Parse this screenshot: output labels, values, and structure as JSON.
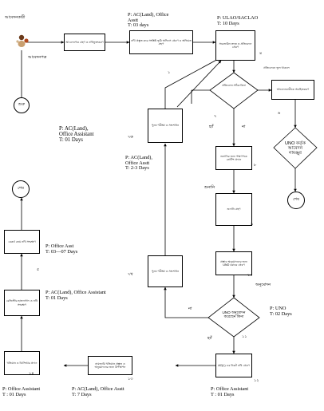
{
  "start_person_label": "আবেদনকারী",
  "start_label": "শুরু",
  "end_label_left": "শেষ",
  "end_label_right": "শেষ",
  "apply_label": "আবেদনপত্র",
  "boxes": {
    "receive": "আবেদনপত্র গ্রহণ ও নথিভুক্তকরণ",
    "send_office": "নথি প্রস্তুত করে সংশ্লিষ্ট ভূমি অফিসে প্রেরণ ও অভিমত গ্রহণ",
    "ulao": "সরেজমিন তদন্ত ও প্রতিবেদন প্রেরণ",
    "hearing_notice": "শুনানির নোটিশ জারি",
    "re_inspection": "পুনঃ পরীক্ষা ও সংশোধন",
    "send_hearing": "শুনানির জন্য পক্ষগণকে নোটিশ প্রদান",
    "hearing": "শুনানি গ্রহণ",
    "uno_sent": "প্রস্তাব অনুমোদনের জন্য UNO বরাবর প্রেরণ",
    "re_check": "পুনঃ পরীক্ষা ও সংশোধন",
    "reject_notice": "আবেদনকারীকে অবহিতকরণ",
    "acl_order": "AC(L) এর নিকট নথি প্রেরণ",
    "final_order": "নামজারি খতিয়ান প্রস্তুত ও অনুমোদনের জন্য উপস্থাপন",
    "dcr": "খতিয়ান ও ডিসিআর প্রদান",
    "register": "রেজিস্টার হালনাগাদ ও নথি সংরক্ষণ",
    "record": "রেকর্ড রুমে নথি সংরক্ষণ"
  },
  "diamonds": {
    "d1": "প্রতিবেদন সঠিক কিনা",
    "uno": "UNO অনুমোদন করেছেন কিনা",
    "uno_reject": "UNO কর্তৃক আবেদন নামঞ্জুর"
  },
  "edge_labels": {
    "wrong": "প্রতিবেদনে ভুল থাকলে",
    "no": "না",
    "yes": "হ্যাঁ",
    "hearing_date": "শুনানি",
    "approved": "অনুমোদন",
    "not_approved": "না",
    "rejected": "হ্যাঁ"
  },
  "numbers": [
    "১",
    "২",
    "৩",
    "৪",
    "৫",
    "৬",
    "৭",
    "৮",
    "৯",
    "১০",
    "১১",
    "১২",
    "১৩",
    "১৪",
    "৭ক",
    "৭খ"
  ],
  "notes": {
    "n1": [
      "P: AC(Land), Office",
      "Asstt",
      "T: 03 days"
    ],
    "n2": [
      "P: ULAO/SACLAO",
      "T: 10 Days"
    ],
    "n3": [
      "P:  AC(Land),",
      "Office Assistant",
      "T:  01  Days"
    ],
    "n4": [
      "P: AC(Land),",
      "Office Asstt",
      "T: 2-3 Days"
    ],
    "n5": [
      "P: Office Asst",
      "T: 03—07 Days"
    ],
    "n6": [
      "P: AC(Land), Office Assistant",
      "T: 01 Days"
    ],
    "n7": [
      "P: UNO",
      "T: 02 Days"
    ],
    "n8": [
      "P: Office Assistant",
      "T : 01 Days"
    ],
    "n9": [
      "P: AC(Land), Office Asstt",
      "T: 7 Days"
    ],
    "n10": [
      "P: Office Assistant",
      "T : 01 Days"
    ]
  },
  "colors": {
    "line": "#000000",
    "accent": "#b34a1f"
  }
}
